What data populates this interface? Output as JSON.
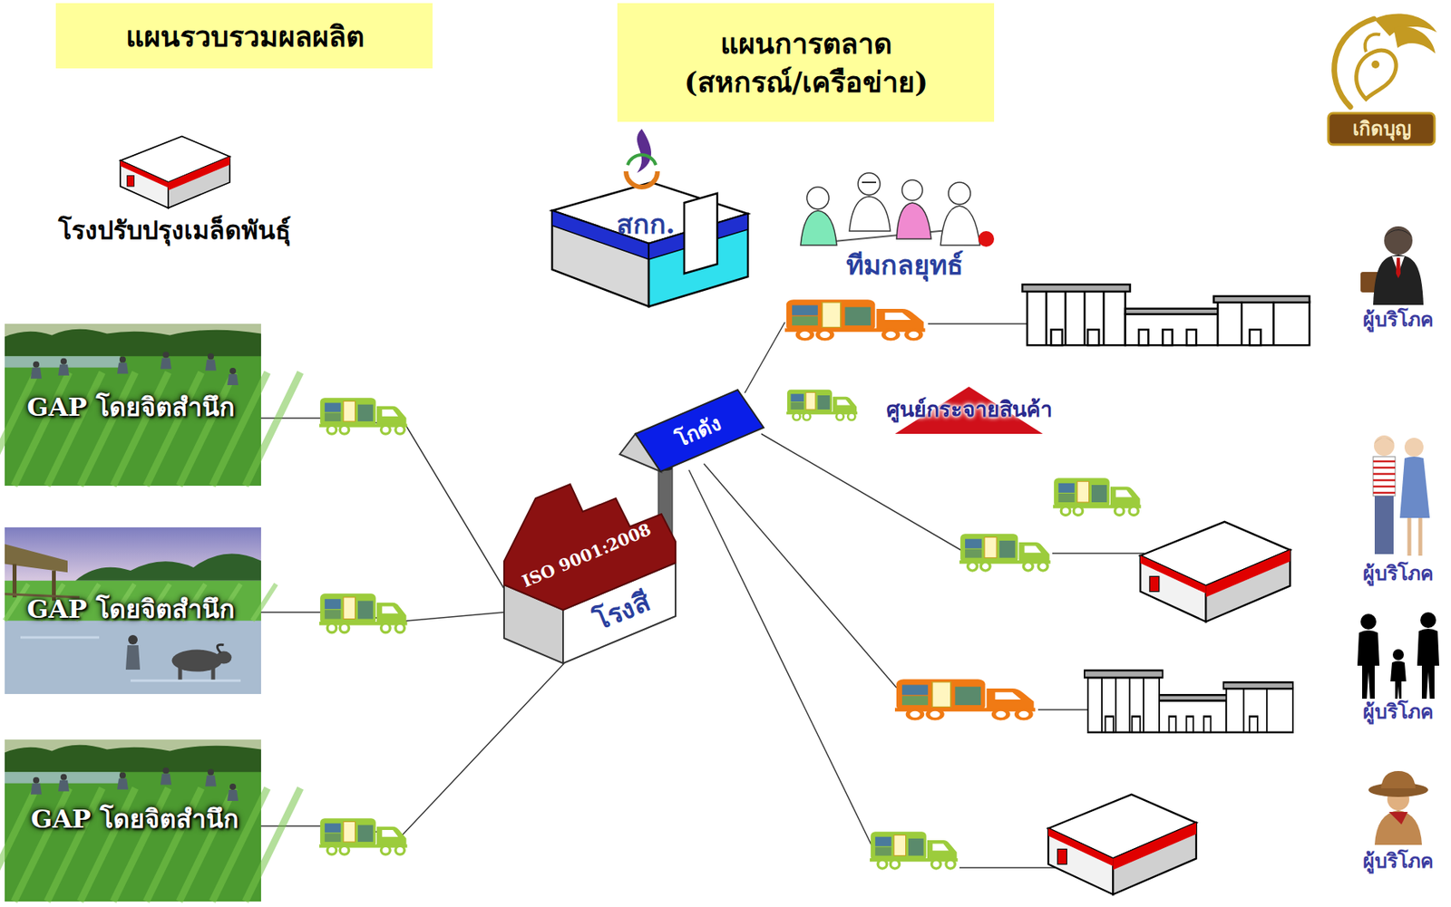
{
  "diagram": {
    "nodes": [
      {
        "text": [
          "แผนรวบรวมผลผลิต"
        ]
      },
      {
        "text": [
          "แผนการตลาด (สหกรณ์/เครือข่าย)"
        ]
      },
      {
        "text": [
          "เกิดบุญ"
        ]
      },
      {
        "text": [
          "โรงปรับปรุงเมล็ดพันธุ์"
        ]
      },
      {
        "text": [
          "สกก."
        ]
      },
      {
        "text": [
          "ทีมกลยุทธ์"
        ]
      },
      {
        "text": [
          "ศูนย์กระจายสินค้า"
        ]
      },
      {
        "text": [
          "GAP โดยจิตสำนึก"
        ]
      },
      {
        "text": [
          "GAP โดยจิตสำนึก"
        ]
      },
      {
        "text": [
          "GAP โดยจิตสำนึก"
        ]
      },
      {
        "text": [
          "ISO 9001:2008",
          "โรงสี"
        ]
      },
      {
        "text": [
          "โกดัง"
        ]
      },
      {
        "text": [
          "ผู้บริโภค"
        ]
      },
      {
        "text": [
          "ผู้บริโภค"
        ]
      },
      {
        "text": [
          "ผู้บริโภค"
        ]
      },
      {
        "text": [
          "ผู้บริโภค"
        ]
      }
    ],
    "edges": [
      {
        "from": 7,
        "to": 10,
        "arrow": "none"
      },
      {
        "from": 8,
        "to": 10,
        "arrow": "none"
      },
      {
        "from": 9,
        "to": 10,
        "arrow": "none"
      }
    ]
  }
}
